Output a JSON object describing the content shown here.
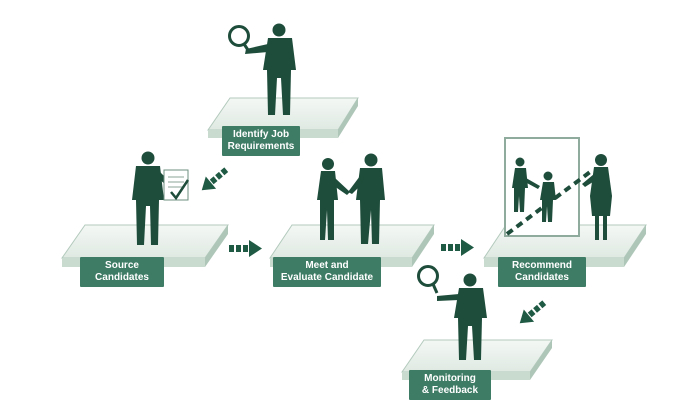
{
  "colors": {
    "platform_top": "#e8f0ea",
    "platform_edge": "#9cb9a9",
    "platform_side": "#c9dace",
    "silhouette": "#1e4d3b",
    "label_bg": "#3f7c66",
    "arrow": "#1f5a44"
  },
  "steps": [
    {
      "id": "identify",
      "line1": "Identify Job",
      "line2": "Requirements",
      "figure": "person-with-magnifier-icon"
    },
    {
      "id": "source",
      "line1": "Source",
      "line2": "Candidates",
      "figure": "person-with-checklist-icon"
    },
    {
      "id": "meet",
      "line1": "Meet and",
      "line2": "Evaluate Candidate",
      "figure": "handshake-icon"
    },
    {
      "id": "recommend",
      "line1": "Recommend",
      "line2": "Candidates",
      "figure": "presenting-candidates-icon"
    },
    {
      "id": "monitor",
      "line1": "Monitoring",
      "line2": "& Feedback",
      "figure": "person-with-magnifier-icon"
    }
  ],
  "arrows": [
    {
      "from": "identify",
      "to": "source",
      "icon": "dashed-arrow-icon"
    },
    {
      "from": "source",
      "to": "meet",
      "icon": "dashed-arrow-icon"
    },
    {
      "from": "meet",
      "to": "recommend",
      "icon": "dashed-arrow-icon"
    },
    {
      "from": "recommend",
      "to": "monitor",
      "icon": "dashed-arrow-icon"
    }
  ]
}
